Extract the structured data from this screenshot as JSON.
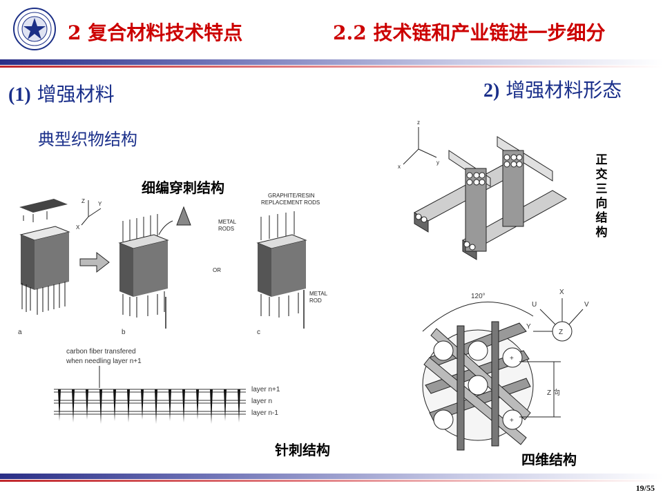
{
  "header": {
    "logo": "university-seal",
    "title": "2 复合材料技术特点",
    "subtitle": "2.2 技术链和产业链进一步细分"
  },
  "section1": {
    "num": "(1)",
    "label": "增强材料",
    "subheading": "典型织物结构"
  },
  "section2": {
    "num": "2)",
    "label": "增强材料形态"
  },
  "fig_needle": {
    "caption": "细编穿刺结构",
    "labels": [
      "GRAPHITE/RESIN",
      "REPLACEMENT RODS",
      "METAL",
      "RODS",
      "OR",
      "METAL",
      "ROD",
      "a",
      "b",
      "c"
    ]
  },
  "fig_punch": {
    "caption": "针刺结构",
    "note1": "carbon fiber transfered",
    "note2": "when needling layer n+1",
    "layers": [
      "layer n+1",
      "layer n",
      "layer n-1"
    ]
  },
  "fig_ortho": {
    "caption": "正交三向结构",
    "axes": [
      "z",
      "x",
      "y"
    ]
  },
  "fig_4d": {
    "caption": "四维结构",
    "angle": "120°",
    "axes": [
      "X",
      "U",
      "V",
      "Y",
      "Z"
    ],
    "zdir": "Z 向"
  },
  "footer": {
    "page": "19/55"
  },
  "colors": {
    "title": "#cc0000",
    "heading": "#1a2f8a",
    "band": "#2a2e86"
  }
}
